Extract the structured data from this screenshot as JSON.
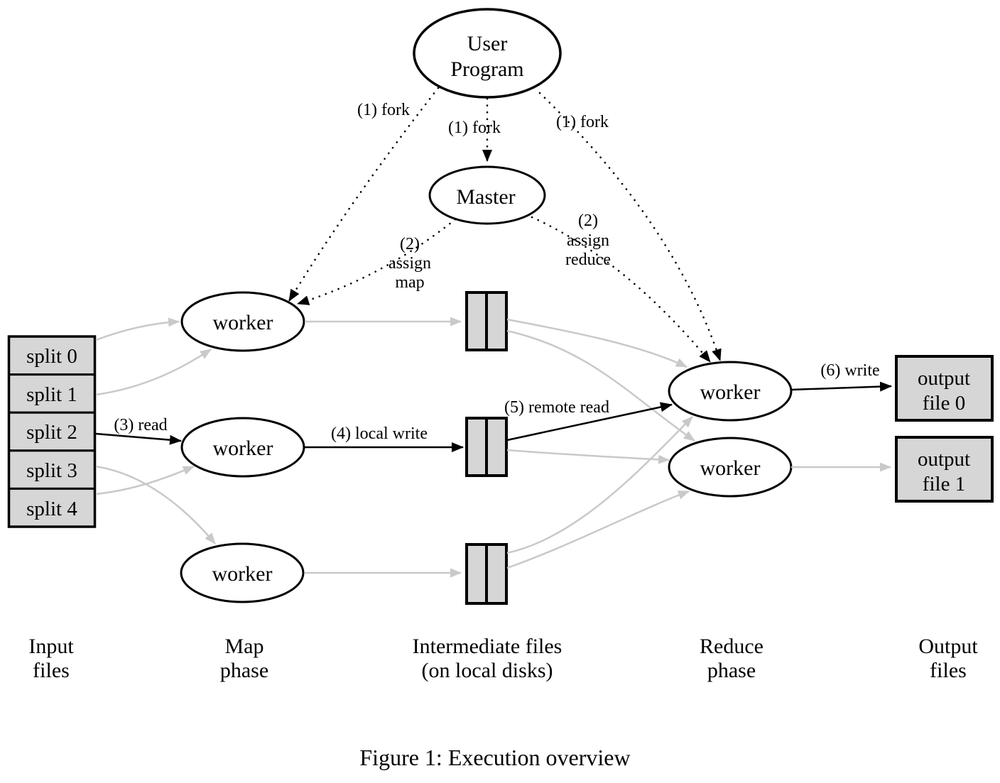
{
  "figure": {
    "caption": "Figure 1: Execution overview"
  },
  "nodes": {
    "user_program": [
      "User",
      "Program"
    ],
    "master": "Master",
    "worker": "worker",
    "splits": [
      "split 0",
      "split 1",
      "split 2",
      "split 3",
      "split 4"
    ],
    "output_file_0": [
      "output",
      "file 0"
    ],
    "output_file_1": [
      "output",
      "file 1"
    ]
  },
  "edge_labels": {
    "fork": "(1) fork",
    "assign_map": [
      "(2)",
      "assign",
      "map"
    ],
    "assign_reduce": [
      "(2)",
      "assign",
      "reduce"
    ],
    "read": "(3) read",
    "local_write": "(4) local write",
    "remote_read": "(5) remote read",
    "write": "(6) write"
  },
  "columns": {
    "input": [
      "Input",
      "files"
    ],
    "map": [
      "Map",
      "phase"
    ],
    "intermediate": [
      "Intermediate files",
      "(on local disks)"
    ],
    "reduce": [
      "Reduce",
      "phase"
    ],
    "output": [
      "Output",
      "files"
    ]
  },
  "colors": {
    "ink": "#000000",
    "box_fill": "#d6d6d6",
    "edge_gray": "#c9c9c9",
    "background": "#ffffff"
  }
}
